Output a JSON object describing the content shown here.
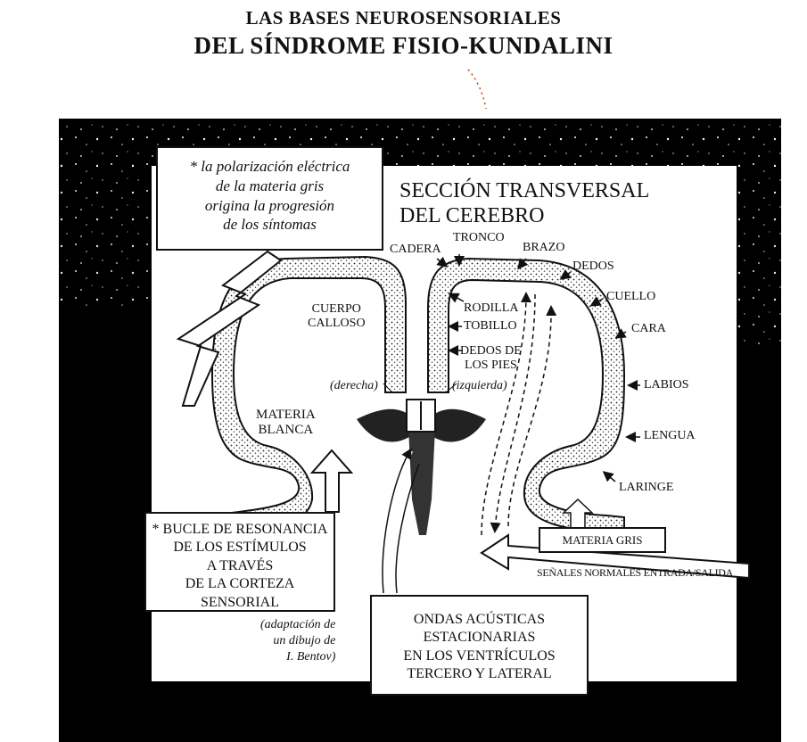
{
  "title": {
    "line1": "LAS BASES NEUROSENSORIALES",
    "line2": "DEL SÍNDROME FISIO-KUNDALINI"
  },
  "section_title": {
    "line1": "SECCIÓN TRANSVERSAL",
    "line2": "DEL CEREBRO"
  },
  "polarization_box": {
    "line1": "* la polarización eléctrica",
    "line2": "de la materia gris",
    "line3": "origina la progresión",
    "line4": "de los síntomas"
  },
  "loop_box": {
    "line1": "* BUCLE DE RESONANCIA",
    "line2": "DE LOS ESTÍMULOS",
    "line3": "A TRAVÉS",
    "line4": "DE LA CORTEZA SENSORIAL"
  },
  "waves_box": {
    "line1": "ONDAS ACÚSTICAS",
    "line2": "ESTACIONARIAS",
    "line3": "EN LOS VENTRÍCULOS",
    "line4": "TERCERO Y LATERAL"
  },
  "adaptation_note": {
    "line1": "(adaptación de",
    "line2": "un dibujo de",
    "line3": "I. Bentov)"
  },
  "labels": {
    "cadera": "CADERA",
    "tronco": "TRONCO",
    "brazo": "BRAZO",
    "dedos": "DEDOS",
    "cuello": "CUELLO",
    "cara": "CARA",
    "labios": "LABIOS",
    "lengua": "LENGUA",
    "laringe": "LARINGE",
    "rodilla": "RODILLA",
    "tobillo": "TOBILLO",
    "dedos_pies_1": "DEDOS DE",
    "dedos_pies_2": "LOS PIES",
    "cuerpo_1": "CUERPO",
    "cuerpo_2": "CALLOSO",
    "derecha": "(derecha)",
    "izquierda": "(izquierda)",
    "materia_blanca_1": "MATERIA",
    "materia_blanca_2": "BLANCA",
    "materia_gris": "MATERIA GRIS",
    "senales": "SEÑALES NORMALES ENTRADA/SALIDA"
  }
}
